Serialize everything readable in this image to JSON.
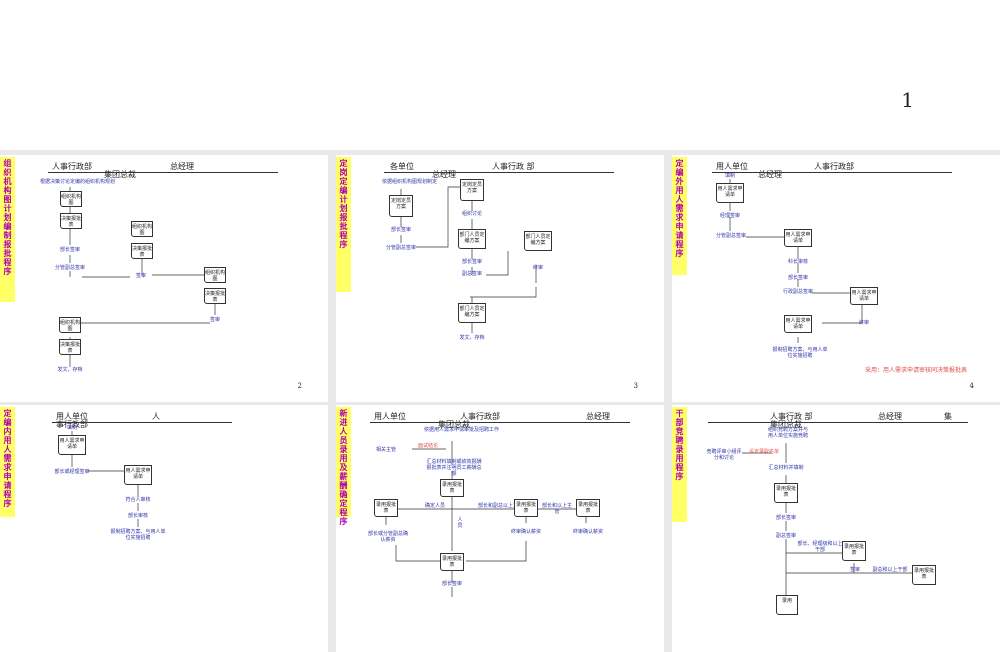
{
  "cover": {
    "page_number": "1"
  },
  "slides": [
    {
      "title": "组织机构图计划编制报批程序",
      "headers": [
        "人事行政部",
        "集团总裁",
        "总经理"
      ],
      "nodes": [
        "根据决策讨论定编的组织机构规划",
        "组织机构图",
        "决策报批表",
        "部长签审",
        "分管副总签审",
        "组织机构图",
        "决策报批表",
        "签审",
        "组织机构图",
        "决策报批表",
        "签审",
        "组织机构图",
        "决策报批表",
        "发文，存档"
      ],
      "page": "2"
    },
    {
      "title": "定岗定编计划报批程序",
      "headers": [
        "各单位",
        "人事行政 部",
        "总经理"
      ],
      "nodes": [
        "依据组织机构图规划制定",
        "定岗定员方案",
        "部长签审",
        "分管副总签审",
        "定岗定员方案",
        "组织讨论",
        "部门人员定编方案",
        "部长签审",
        "副总签审",
        "部门人员定编方案",
        "终审",
        "部门人员定编方案",
        "发文，存档"
      ],
      "page": "3"
    },
    {
      "title": "定编外用人需求申请程序",
      "headers": [
        "用人单位",
        "人事行政部",
        "总经理"
      ],
      "nodes": [
        "填制",
        "用人需求申请单",
        "经理签审",
        "分管副总签审",
        "用人需求申请单",
        "科长审核",
        "部长签审",
        "行政副总签审",
        "用人需求申请单",
        "终审",
        "用人需求申请单",
        "报制招聘方案，与用人单位实施招聘"
      ],
      "note_red": "采用：用人需求申请审核同决策报批表",
      "page": "4"
    },
    {
      "title": "定编内用人需求申请程序",
      "headers": [
        "用人单位",
        "人",
        "事行政部"
      ],
      "nodes": [
        "填制",
        "用人需求申请单",
        "部长或经理签审",
        "用人需求申请单",
        "符合人审核",
        "部长审核",
        "报制招聘方案，与用人单位实施招聘"
      ]
    },
    {
      "title": "新进人员录用及薪酬确定程序",
      "headers": [
        "用人单位",
        "人事行政部",
        "集团总裁",
        "总经理"
      ],
      "nodes": [
        "依据用人需求申请审批及招聘工作",
        "相关主管",
        "面试结论",
        "汇总材料填制或绩效报酬报批表并注明员工薪酬总额",
        "录用报批表",
        "录用报批表",
        "部长或分管副总确认薪资",
        "确定人员",
        "部长和副总以上主管",
        "录用报批表",
        "终审确认薪资",
        "录用报批表",
        "录用报批表",
        "部长和以上主管",
        "终审确认薪资",
        "部长签审",
        "人员"
      ]
    },
    {
      "title": "干部竞聘录用程序",
      "headers": [
        "人事行政 部",
        "集团总裁",
        "总经理",
        "集"
      ],
      "nodes": [
        "组织竞聘方案并与用人单位实施竞聘",
        "竞聘评审小组评分和讨论",
        "设定录取名单",
        "汇总材料并填制",
        "录用报批表",
        "部长签审",
        "副总签审",
        "部长、经理级和以上干部",
        "录用报批表",
        "签审",
        "副总和以上干部",
        "录用报批表",
        "录用"
      ]
    }
  ]
}
